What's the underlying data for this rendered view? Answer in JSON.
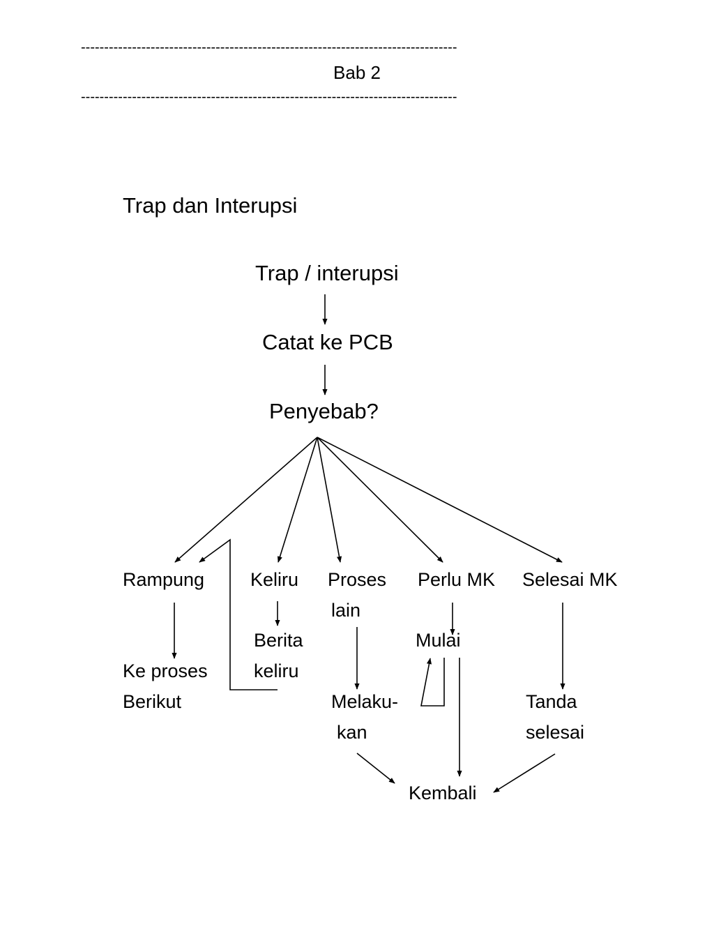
{
  "header": {
    "rule_top": "---------------------------------------------------------------------------------",
    "title": "Bab 2",
    "rule_bottom": "---------------------------------------------------------------------------------"
  },
  "page_title": "Trap dan Interupsi",
  "diagram": {
    "trap": "Trap / interupsi",
    "catat": "Catat ke PCB",
    "penyebab": "Penyebab?",
    "rampung": "Rampung",
    "keliru": "Keliru",
    "proses_lain_1": "Proses",
    "proses_lain_2": "lain",
    "perlu_mk": "Perlu MK",
    "selesai_mk": "Selesai MK",
    "berita_keliru_1": "Berita",
    "berita_keliru_2": "keliru",
    "mulai": "Mulai",
    "ke_proses_1": "Ke proses",
    "ke_proses_2": "Berikut",
    "melakukan_1": "Melaku-",
    "melakukan_2": "kan",
    "tanda_selesai_1": "Tanda",
    "tanda_selesai_2": "selesai",
    "kembali": "Kembali"
  },
  "colors": {
    "ink": "#000000",
    "background": "#ffffff"
  }
}
